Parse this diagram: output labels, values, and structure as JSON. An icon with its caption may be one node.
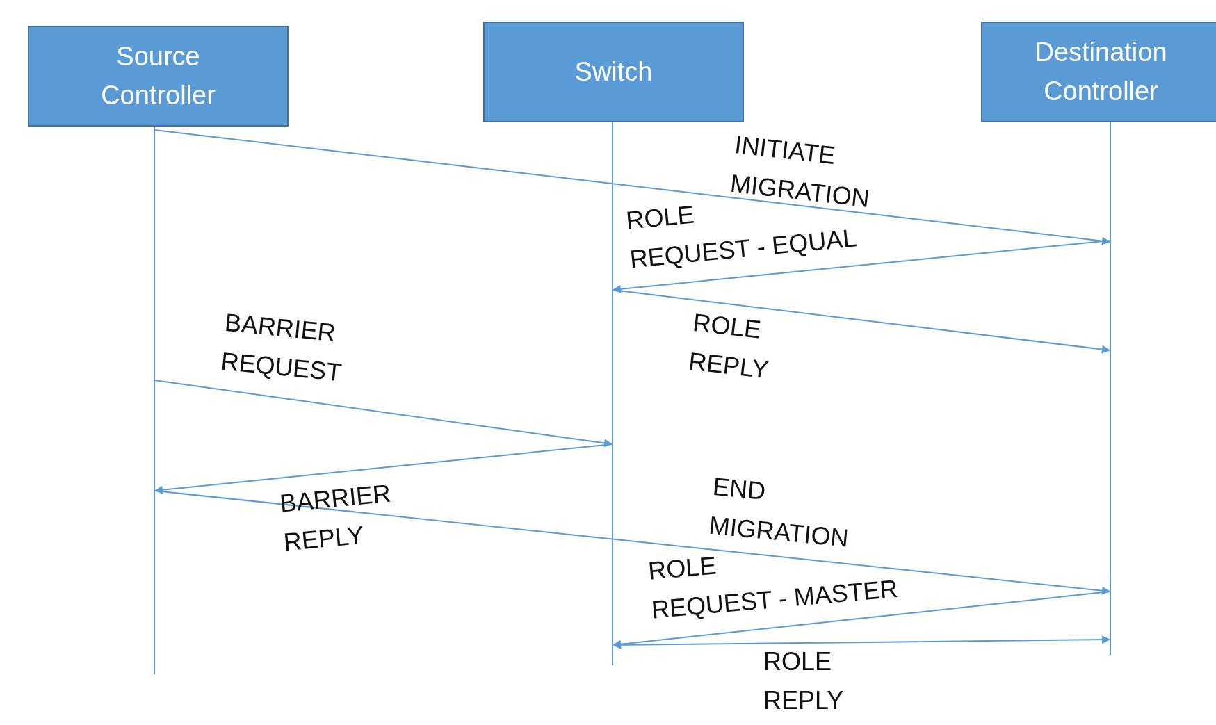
{
  "diagram": {
    "nodes": [
      {
        "text": [
          "Source Controller"
        ]
      },
      {
        "text": [
          "Switch"
        ]
      },
      {
        "text": [
          "Destination Controller"
        ]
      },
      {
        "text": [],
        "shape": "line"
      },
      {
        "text": [],
        "shape": "line"
      },
      {
        "text": [],
        "shape": "line"
      }
    ],
    "edges": [
      {
        "from": 3,
        "to": 5,
        "arrow": "to",
        "label": "INITIATE MIGRATION"
      },
      {
        "from": 5,
        "to": 4,
        "arrow": "to",
        "label": "ROLE REQUEST - EQUAL"
      },
      {
        "from": 4,
        "to": 5,
        "arrow": "to",
        "label": "ROLE REPLY"
      },
      {
        "from": 3,
        "to": 4,
        "arrow": "to",
        "label": "BARRIER REQUEST"
      },
      {
        "from": 4,
        "to": 3,
        "arrow": "to",
        "label": "BARRIER REPLY"
      },
      {
        "from": 3,
        "to": 5,
        "arrow": "to",
        "label": "END MIGRATION"
      },
      {
        "from": 5,
        "to": 4,
        "arrow": "to",
        "label": "ROLE REQUEST - MASTER"
      },
      {
        "from": 4,
        "to": 5,
        "arrow": "both",
        "label": "ROLE REPLY"
      }
    ]
  }
}
